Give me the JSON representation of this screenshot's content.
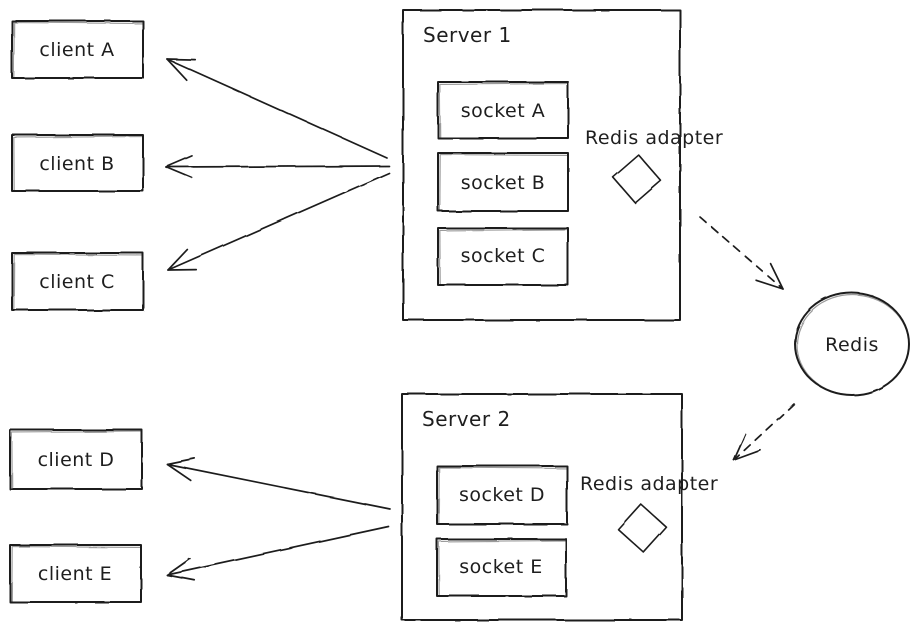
{
  "canvas": {
    "stroke_color": "#1e1e1e",
    "background_color": "#ffffff"
  },
  "clients": [
    {
      "label": "client A"
    },
    {
      "label": "client B"
    },
    {
      "label": "client C"
    },
    {
      "label": "client D"
    },
    {
      "label": "client E"
    }
  ],
  "servers": [
    {
      "title": "Server 1",
      "adapter_label": "Redis adapter",
      "sockets": [
        {
          "label": "socket A"
        },
        {
          "label": "socket B"
        },
        {
          "label": "socket C"
        }
      ]
    },
    {
      "title": "Server 2",
      "adapter_label": "Redis adapter",
      "sockets": [
        {
          "label": "socket D"
        },
        {
          "label": "socket E"
        }
      ]
    }
  ],
  "redis": {
    "label": "Redis"
  }
}
